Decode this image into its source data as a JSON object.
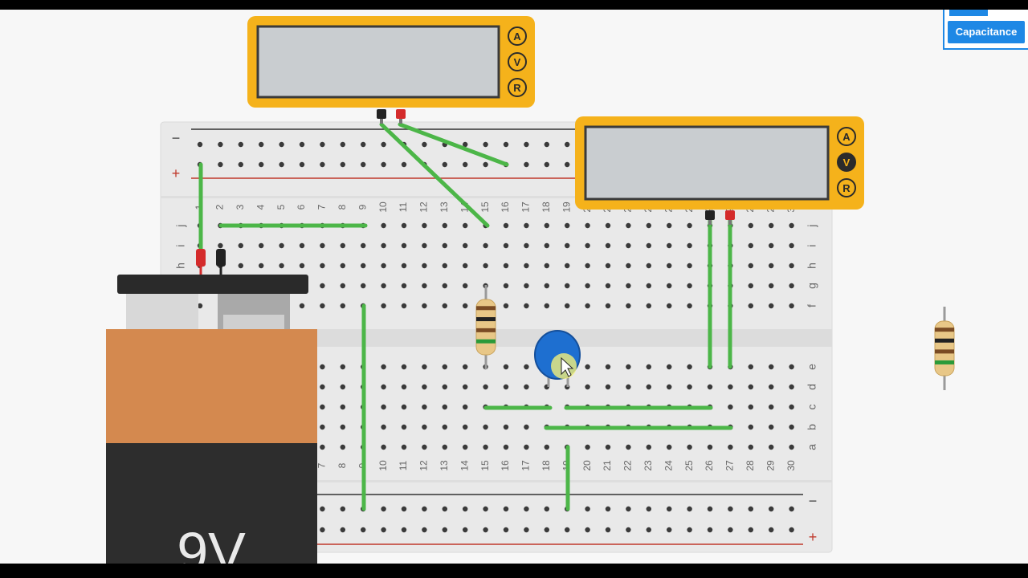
{
  "mode_panel": {
    "capacitance_label": "Capacitance"
  },
  "meter_buttons": {
    "amps": "A",
    "volts": "V",
    "ohms": "R"
  },
  "meters": [
    {
      "active_mode": "none"
    },
    {
      "active_mode": "V"
    }
  ],
  "battery": {
    "label": "9V"
  },
  "rail_signs": {
    "minus": "−",
    "plus": "+"
  },
  "row_letters": {
    "top": [
      "j",
      "i",
      "h",
      "g",
      "f"
    ],
    "bottom": [
      "e",
      "d",
      "c",
      "b",
      "a"
    ]
  },
  "column_numbers": [
    "1",
    "2",
    "3",
    "4",
    "5",
    "6",
    "7",
    "8",
    "9",
    "10",
    "11",
    "12",
    "13",
    "14",
    "15",
    "16",
    "17",
    "18",
    "19",
    "20",
    "21",
    "22",
    "23",
    "24",
    "25",
    "26",
    "27",
    "28",
    "29",
    "30"
  ],
  "colors": {
    "wire": "#4cb648",
    "meter_body": "#f5b21b",
    "meter_screen": "#c9cdd0",
    "battery_top": "#d4894f",
    "battery_bottom": "#2d2d2d",
    "accent": "#1e88e5",
    "capacitor": "#1e6fd0"
  }
}
